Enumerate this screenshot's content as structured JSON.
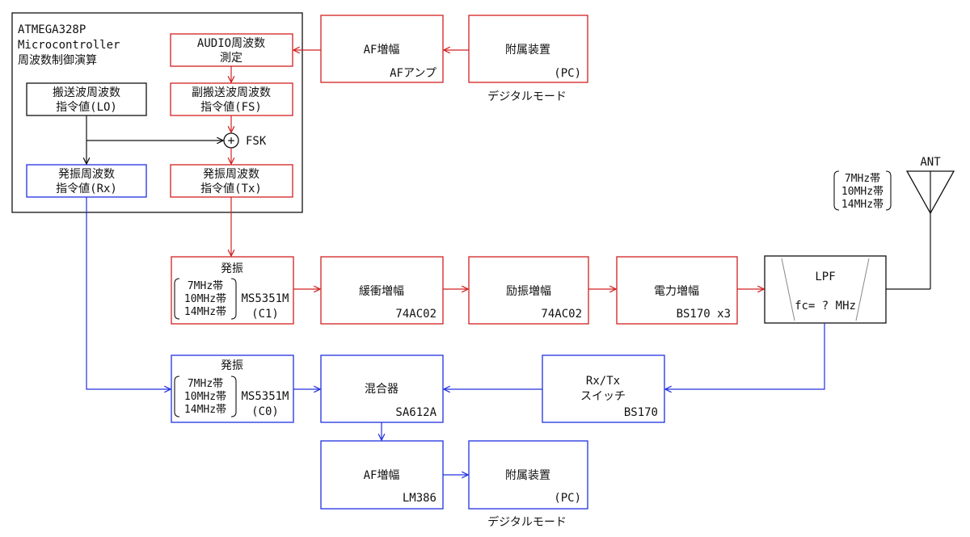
{
  "mcu": {
    "title_line1": "ATMEGA328P",
    "title_line2": "Microcontroller",
    "title_line3": "周波数制御演算",
    "audio_measure": [
      "AUDIO周波数",
      "測定"
    ],
    "carrier_cmd": [
      "搬送波周波数",
      "指令値(LO)"
    ],
    "subcarrier_cmd": [
      "副搬送波周波数",
      "指令値(FS)"
    ],
    "rx_osc_cmd": [
      "発振周波数",
      "指令値(Rx)"
    ],
    "tx_osc_cmd": [
      "発振周波数",
      "指令値(Tx)"
    ],
    "fsk_label": "FSK",
    "sum_symbol": "+"
  },
  "tx_chain": {
    "af_amp": {
      "name": "AF増幅",
      "part": "AFアンプ"
    },
    "pc_in": {
      "name": "附属装置",
      "part": "(PC)"
    },
    "digital_mode_top": "デジタルモード",
    "osc_c1": {
      "title": "発振",
      "bands": [
        "7MHz帯",
        "10MHz帯",
        "14MHz帯"
      ],
      "part": "MS5351M",
      "channel": "(C1)"
    },
    "buffer": {
      "name": "緩衝増幅",
      "part": "74AC02"
    },
    "driver": {
      "name": "励振増幅",
      "part": "74AC02"
    },
    "power": {
      "name": "電力増幅",
      "part": "BS170 x3"
    }
  },
  "lpf": {
    "name": "LPF",
    "fc": "fc= ? MHz"
  },
  "antenna": {
    "label": "ANT",
    "bands": [
      "7MHz帯",
      "10MHz帯",
      "14MHz帯"
    ]
  },
  "rx_chain": {
    "osc_c0": {
      "title": "発振",
      "bands": [
        "7MHz帯",
        "10MHz帯",
        "14MHz帯"
      ],
      "part": "MS5351M",
      "channel": "(C0)"
    },
    "mixer": {
      "name": "混合器",
      "part": "SA612A"
    },
    "switch": {
      "name_line1": "Rx/Tx",
      "name_line2": "スイッチ",
      "part": "BS170"
    },
    "af_amp": {
      "name": "AF増幅",
      "part": "LM386"
    },
    "pc_out": {
      "name": "附属装置",
      "part": "(PC)"
    },
    "digital_mode_bottom": "デジタルモード"
  },
  "colors": {
    "tx": "#d22020",
    "rx": "#2030e0",
    "black": "#111111"
  }
}
